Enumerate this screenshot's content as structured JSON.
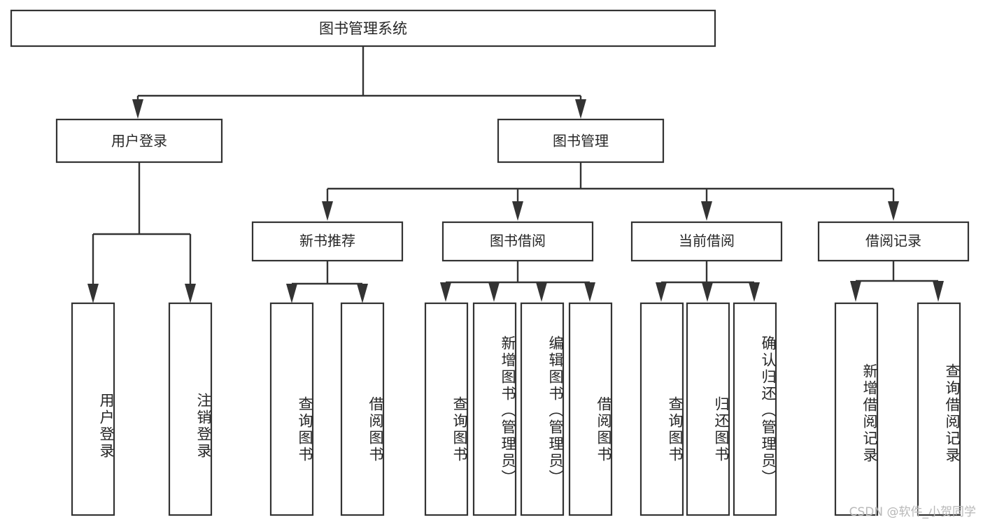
{
  "diagram": {
    "type": "tree-hierarchy",
    "title": "图书管理系统",
    "watermark": "CSDN @软件_小贺同学",
    "colors": {
      "background": "#ffffff",
      "box_stroke": "#333333",
      "box_fill": "#ffffff",
      "text": "#262626",
      "watermark": "#b8b8b8"
    },
    "root": {
      "label": "图书管理系统"
    },
    "level2": [
      {
        "label": "用户登录"
      },
      {
        "label": "图书管理"
      }
    ],
    "level3": [
      {
        "label": "新书推荐"
      },
      {
        "label": "图书借阅"
      },
      {
        "label": "当前借阅"
      },
      {
        "label": "借阅记录"
      }
    ],
    "leaves": {
      "user_login": [
        {
          "label": "用户登录"
        },
        {
          "label": "注销登录"
        }
      ],
      "new_book_recommend": [
        {
          "label": "查询图书"
        },
        {
          "label": "借阅图书"
        }
      ],
      "book_borrow": [
        {
          "label": "查询图书"
        },
        {
          "label": "新增图书（管理员）"
        },
        {
          "label": "编辑图书（管理员）"
        },
        {
          "label": "借阅图书"
        }
      ],
      "current_borrow": [
        {
          "label": "查询图书"
        },
        {
          "label": "归还图书"
        },
        {
          "label": "确认归还（管理员）"
        }
      ],
      "borrow_record": [
        {
          "label": "新增借阅记录"
        },
        {
          "label": "查询借阅记录"
        }
      ]
    }
  }
}
